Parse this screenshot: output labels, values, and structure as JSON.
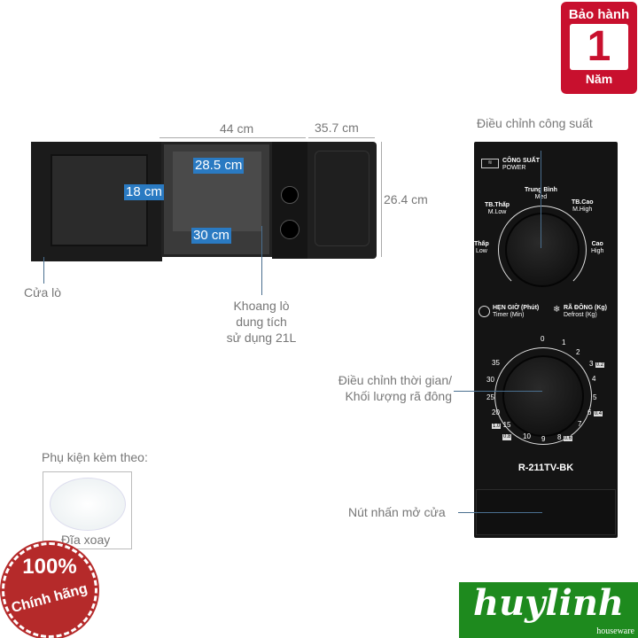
{
  "warranty": {
    "top": "Bảo hành",
    "number": "1",
    "bottom": "Năm",
    "color": "#c8102e"
  },
  "dimensions": {
    "width": "44 cm",
    "depth": "35.7 cm",
    "height": "26.4 cm",
    "cavity_width": "28.5 cm",
    "cavity_height": "18 cm",
    "cavity_depth": "30 cm"
  },
  "callouts": {
    "door": "Cửa lò",
    "cavity": [
      "Khoang lò",
      "dung tích",
      "sử dụng 21L"
    ],
    "power": "Điều chỉnh công suất",
    "timer": [
      "Điều chỉnh thời gian/",
      "Khối lượng rã đông"
    ],
    "door_button": "Nút nhấn mở cửa"
  },
  "panel": {
    "power_title": "CÔNG SUẤT",
    "power_sub": "POWER",
    "power_levels": [
      {
        "vi": "Thấp",
        "en": "Low"
      },
      {
        "vi": "TB.Thấp",
        "en": "M.Low"
      },
      {
        "vi": "Trung Bình",
        "en": "Med"
      },
      {
        "vi": "TB.Cao",
        "en": "M.High"
      },
      {
        "vi": "Cao",
        "en": "High"
      }
    ],
    "timer_title": "HẸN GIỜ (Phút)",
    "timer_sub": "Timer (Min)",
    "defrost_title": "RÃ ĐÔNG (Kg)",
    "defrost_sub": "Defrost (Kg)",
    "timer_marks": [
      "0",
      "1",
      "2",
      "3",
      "4",
      "5",
      "6",
      "7",
      "8",
      "9",
      "10",
      "15",
      "20",
      "25",
      "30",
      "35"
    ],
    "defrost_marks": {
      "m3": "0.2",
      "m6": "0.4",
      "m8": "0.6",
      "m10": "0.8",
      "m15": "1.0"
    },
    "model": "R-211TV-BK"
  },
  "accessories": {
    "title": "Phụ kiện kèm theo:",
    "item": "Đĩa xoay"
  },
  "genuine_badge": {
    "percent": "100%",
    "text": "Chính hãng",
    "color": "#b52a2a"
  },
  "logo": {
    "name": "huylinh",
    "sub": "houseware",
    "color": "#1e8a1e"
  }
}
